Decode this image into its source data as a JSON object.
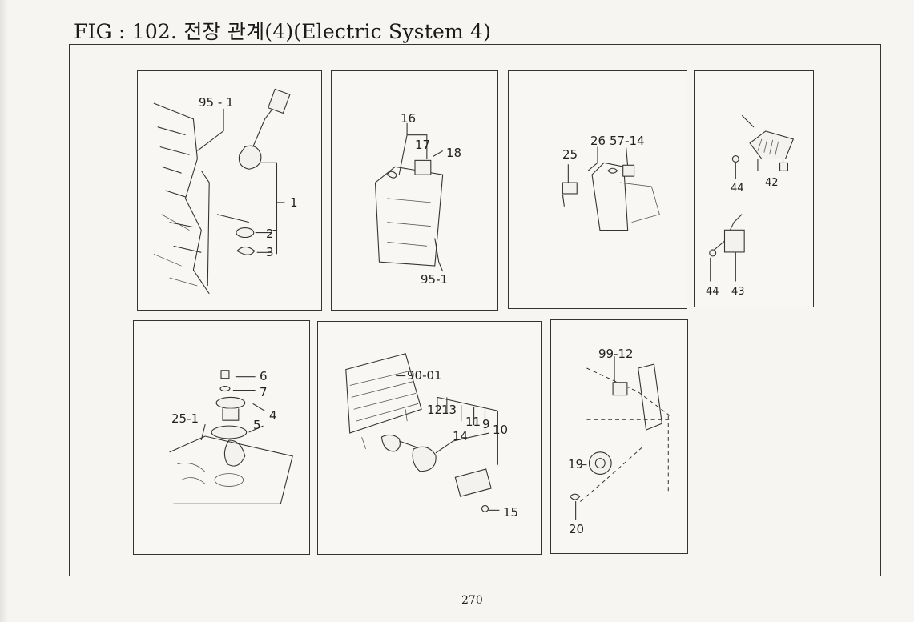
{
  "figure": {
    "title": "FIG : 102. 전장 관계(4)(Electric System 4)",
    "page_number": "270"
  },
  "panels": {
    "p1": {
      "labels": [
        "95 - 1",
        "1",
        "2",
        "3"
      ]
    },
    "p2": {
      "labels": [
        "16",
        "17",
        "18",
        "95-1"
      ]
    },
    "p3": {
      "labels": [
        "25",
        "26",
        "57-14"
      ]
    },
    "p4": {
      "labels": [
        "44",
        "42",
        "44",
        "43"
      ]
    },
    "p5": {
      "labels": [
        "6",
        "7",
        "4",
        "5",
        "25-1"
      ]
    },
    "p6": {
      "labels": [
        "90-01",
        "12",
        "13",
        "11",
        "9",
        "10",
        "14",
        "15"
      ]
    },
    "p7": {
      "labels": [
        "99-12",
        "19",
        "20"
      ]
    }
  }
}
